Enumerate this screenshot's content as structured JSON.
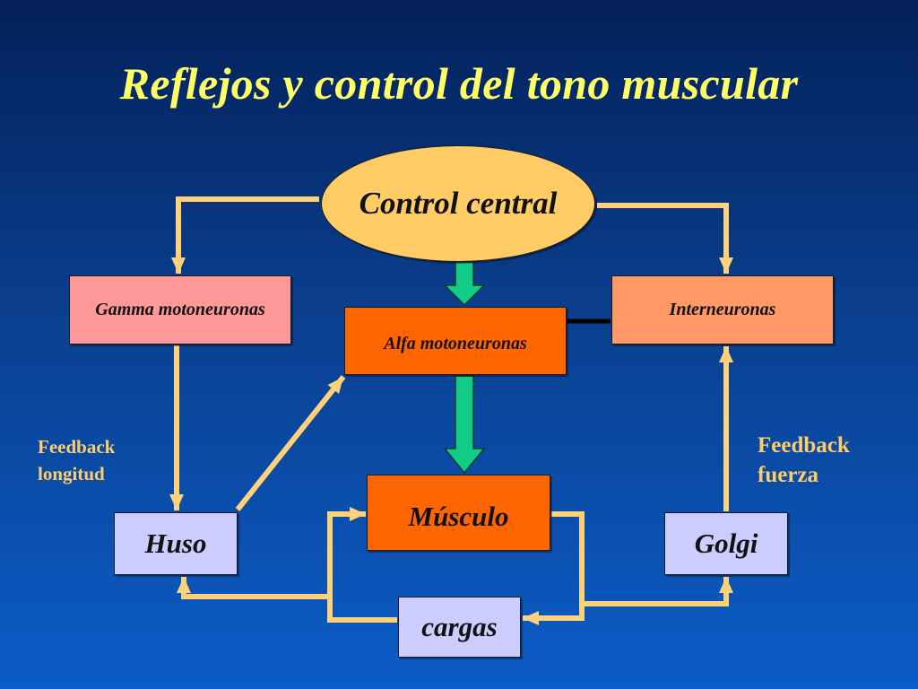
{
  "title": "Reflejos y control del tono muscular",
  "nodes": {
    "control_central": "Control central",
    "gamma_motoneuronas": "Gamma motoneuronas",
    "alfa_motoneuronas": "Alfa motoneuronas",
    "interneuronas": "Interneuronas",
    "musculo": "Músculo",
    "huso": "Huso",
    "golgi": "Golgi",
    "cargas": "cargas"
  },
  "annotations": {
    "feedback_longitud": "Feedback\nlongitud",
    "feedback_fuerza": "Feedback\nfuerza"
  },
  "colors": {
    "connector": "#ffd27a",
    "big_arrow": "#11cc88",
    "title": "#ffff66",
    "annotation": "#ffcc66"
  }
}
